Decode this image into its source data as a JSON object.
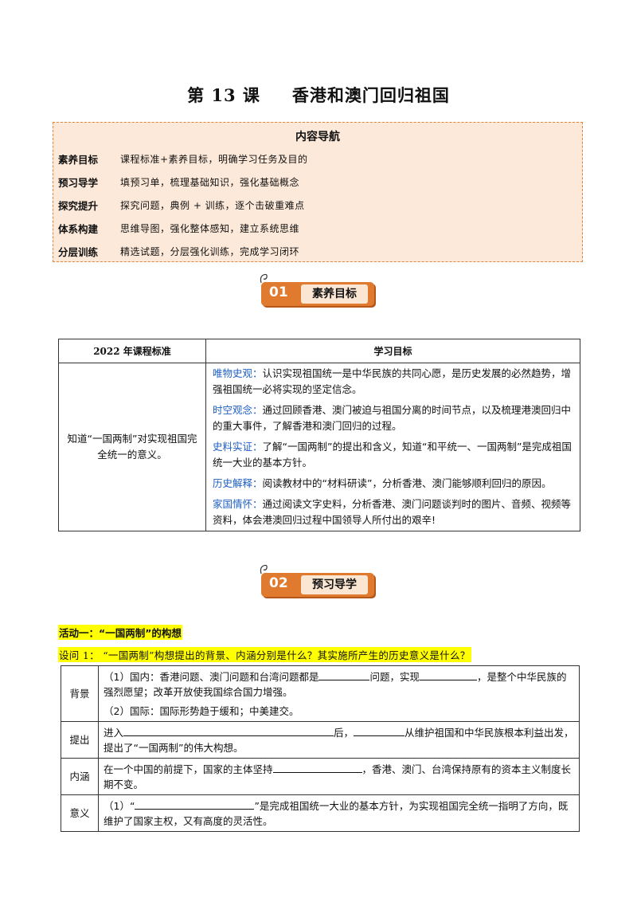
{
  "title": {
    "lesson": "第 13 课",
    "name": "香港和澳门回归祖国"
  },
  "nav": {
    "heading": "内容导航",
    "rows": [
      {
        "label": "素养目标",
        "desc": "课程标准+素养目标，明确学习任务及目的"
      },
      {
        "label": "预习导学",
        "desc": "填预习单，梳理基础知识，强化基础概念"
      },
      {
        "label": "探究提升",
        "desc": "探究问题，典例 + 训练，逐个击破重难点"
      },
      {
        "label": "体系构建",
        "desc": "思维导图，强化整体感知，建立系统思维"
      },
      {
        "label": "分层训练",
        "desc": "精选试题，分层强化训练，完成学习闭环"
      }
    ]
  },
  "badge1": {
    "num": "01",
    "label": "素养目标"
  },
  "badge2": {
    "num": "02",
    "label": "预习导学"
  },
  "goals_table": {
    "header_std": "2022 年课程标准",
    "header_goals": "学习目标",
    "standard": "知道“一国两制”对实现祖国完全统一的意义。",
    "items": [
      {
        "key": "唯物史观：",
        "text": "认识实现祖国统一是中华民族的共同心愿，是历史发展的必然趋势，增强祖国统一必将实现的坚定信念。"
      },
      {
        "key": "时空观念：",
        "text": "通过回顾香港、澳门被迫与祖国分离的时间节点，以及梳理港澳回归中的重大事件，了解香港和澳门回归的过程。"
      },
      {
        "key": "史料实证：",
        "text": "了解“一国两制”的提出和含义，知道“和平统一、一国两制”是完成祖国统一大业的基本方针。"
      },
      {
        "key": "历史解释：",
        "text": "阅读教材中的“材料研读”，分析香港、澳门能够顺利回归的原因。"
      },
      {
        "key": "家国情怀：",
        "text": "通过阅读文字史料，分析香港、澳门问题谈判时的图片、音频、视频等资料，体会港澳回归过程中国领导人所付出的艰辛!"
      }
    ]
  },
  "activity": "活动一：“一国两制”的构想",
  "question": "设问 1：  “一国两制”构想提出的背景、内涵分别是什么？其实施所产生的历史意义是什么？",
  "fill_table": {
    "bg_label": "背景",
    "bg_p1_a": "（1）国内：香港问题、澳门问题和台湾问题都是",
    "bg_p1_b": "问题，实现",
    "bg_p1_c": "，是整个中华民族的强烈愿望；改革开放使我国综合国力增强。",
    "bg_p2": "（2）国际：国际形势趋于缓和；中美建交。",
    "tc_label": "提出",
    "tc_a": "进入",
    "tc_b": "后，",
    "tc_c": "从维护祖国和中华民族根本利益出发，提出了“一国两制”的伟大构想。",
    "nh_label": "内涵",
    "nh_a": "在一个中国的前提下，国家的主体坚持",
    "nh_b": "，香港、澳门、台湾保持原有的资本主义制度长期不变。",
    "yy_label": "意义",
    "yy_a": "（1）“",
    "yy_b": "”是完成祖国统一大业的基本方针，为实现祖国完全统一指明了方向，既维护了国家主权，又有高度的灵活性。"
  }
}
